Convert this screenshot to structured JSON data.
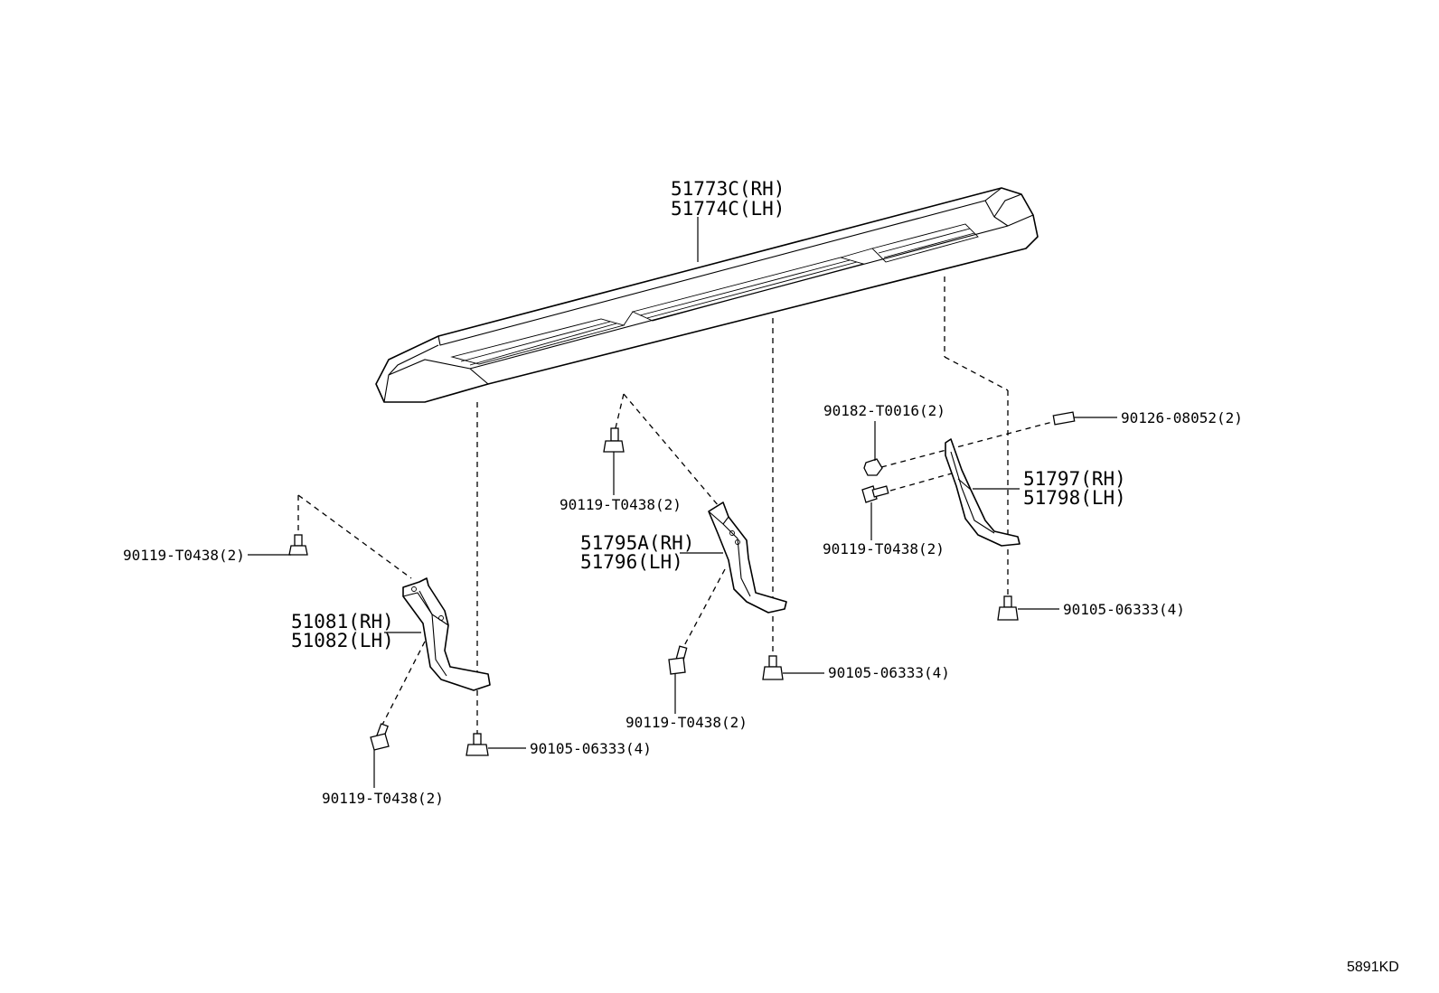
{
  "diagram": {
    "board_labels": [
      "51773C(RH)",
      "51774C(LH)"
    ],
    "front_bracket_labels": [
      "51081(RH)",
      "51082(LH)"
    ],
    "center_bracket_labels": [
      "51795A(RH)",
      "51796(LH)"
    ],
    "rear_bracket_labels": [
      "51797(RH)",
      "51798(LH)"
    ],
    "bolt_front_top": "90119-T0438(2)",
    "bolt_front_bottom": "90119-T0438(2)",
    "bolt_front_board": "90105-06333(4)",
    "bolt_center_top": "90119-T0438(2)",
    "bolt_center_bottom": "90119-T0438(2)",
    "bolt_center_board": "90105-06333(4)",
    "nut_rear": "90182-T0016(2)",
    "bolt_rear_side": "90119-T0438(2)",
    "stud_rear": "90126-08052(2)",
    "bolt_rear_board": "90105-06333(4)",
    "illustration_code": "5891KD"
  }
}
